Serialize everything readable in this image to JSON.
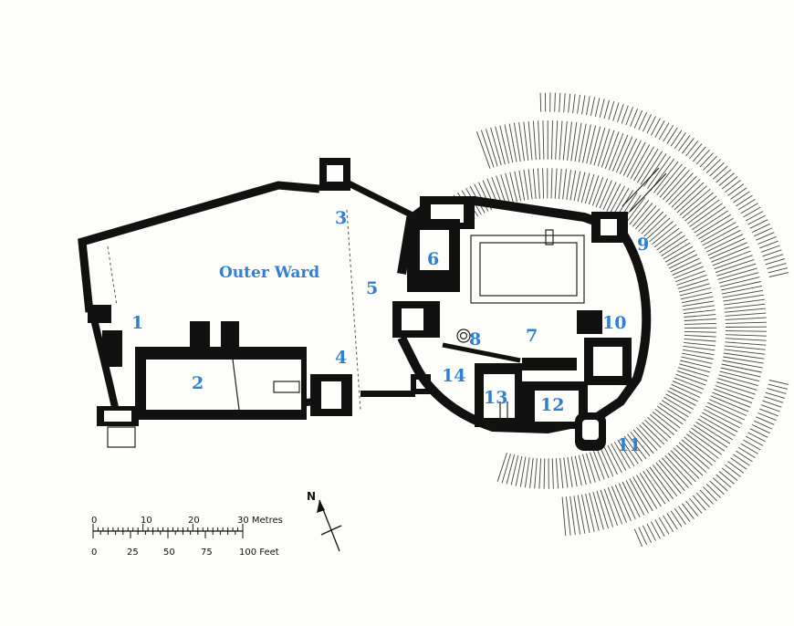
{
  "labels": {
    "outer_ward": "Outer Ward",
    "l1": "1",
    "l2": "2",
    "l3": "3",
    "l4": "4",
    "l5": "5",
    "l6": "6",
    "l7": "7",
    "l8": "8",
    "l9": "9",
    "l10": "10",
    "l11": "11",
    "l12": "12",
    "l13": "13",
    "l14": "14"
  },
  "north": {
    "letter": "N"
  },
  "scale": {
    "metres": {
      "ticks": [
        "0",
        "10",
        "20",
        "30 Metres"
      ]
    },
    "feet": {
      "ticks": [
        "0",
        "25",
        "50",
        "75",
        "100 Feet"
      ]
    }
  },
  "colors": {
    "label": "#2f7fd6",
    "wall": "#111111",
    "paper": "#fdfdf9"
  }
}
